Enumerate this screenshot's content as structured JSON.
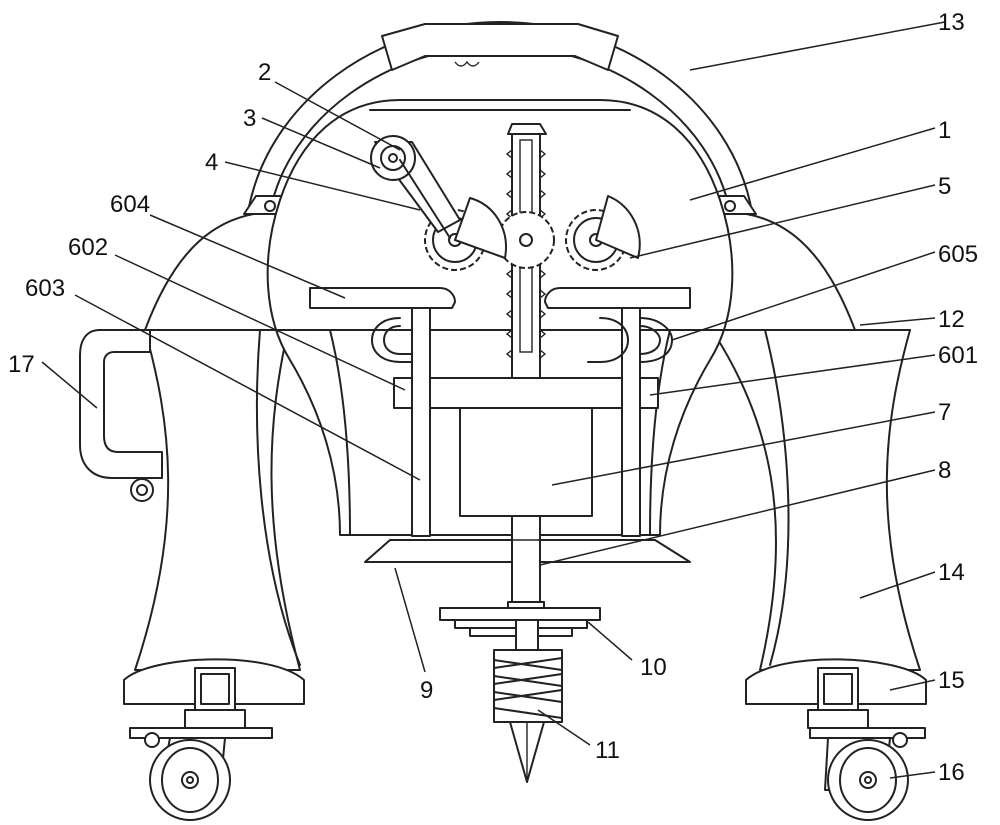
{
  "labels": {
    "l1": "1",
    "l2": "2",
    "l3": "3",
    "l4": "4",
    "l5": "5",
    "l7": "7",
    "l8": "8",
    "l9": "9",
    "l10": "10",
    "l11": "11",
    "l12": "12",
    "l13": "13",
    "l14": "14",
    "l15": "15",
    "l16": "16",
    "l17": "17",
    "l601": "601",
    "l602": "602",
    "l603": "603",
    "l604": "604",
    "l605": "605"
  }
}
